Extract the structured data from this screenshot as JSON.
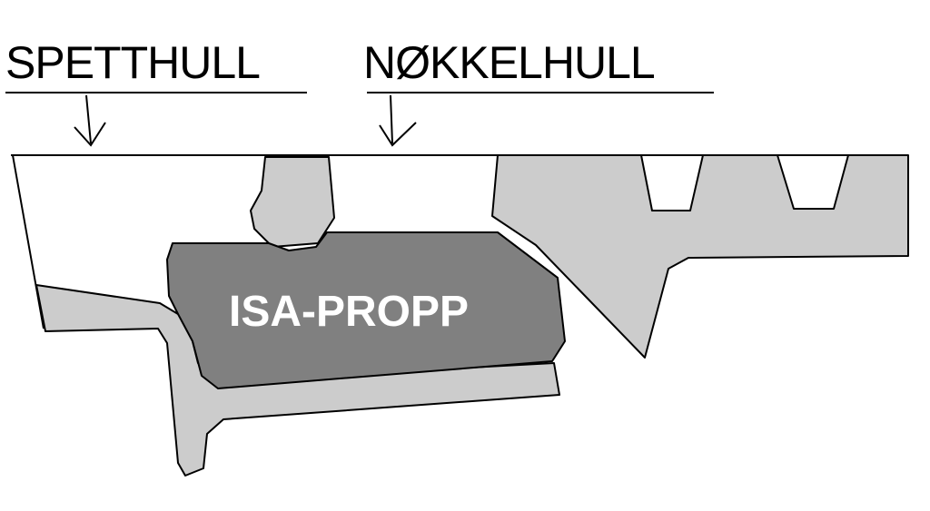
{
  "labels": {
    "spetthull": "SPETTHULL",
    "nokkelhull": "NØKKELHULL",
    "isa_propp": "ISA-PROPP"
  },
  "colors": {
    "background": "#ffffff",
    "stroke": "#000000",
    "light_part": "#cccccc",
    "plug": "#808080",
    "plug_text": "#ffffff"
  }
}
